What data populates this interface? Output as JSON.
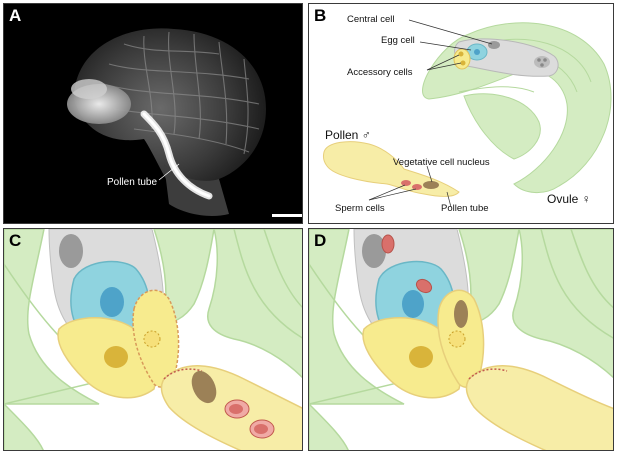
{
  "panels": {
    "a": {
      "letter": "A",
      "pollen_tube_label": "Pollen tube"
    },
    "b": {
      "letter": "B",
      "central_cell": "Central cell",
      "egg_cell": "Egg cell",
      "accessory_cells": "Accessory cells",
      "pollen_heading": "Pollen ♂",
      "vegetative_nucleus": "Vegetative cell nucleus",
      "sperm_cells": "Sperm cells",
      "pollen_tube": "Pollen tube",
      "ovule": "Ovule ♀"
    },
    "c": {
      "letter": "C"
    },
    "d": {
      "letter": "D"
    }
  },
  "colors": {
    "integument_green": "#d4ecc2",
    "integument_outline": "#b5d99e",
    "central_cell_gray": "#dcdcdc",
    "egg_cell_cyan": "#8fd3df",
    "egg_nucleus_blue": "#4ea3c9",
    "accessory_yellow": "#f7eb8e",
    "accessory_nucleus": "#d9b43a",
    "pollen_tube_yellow": "#f7eda7",
    "sperm_red": "#d9706b",
    "vegetative_nucleus_brown": "#9c8157",
    "gray_nucleus": "#9a9a9a"
  }
}
